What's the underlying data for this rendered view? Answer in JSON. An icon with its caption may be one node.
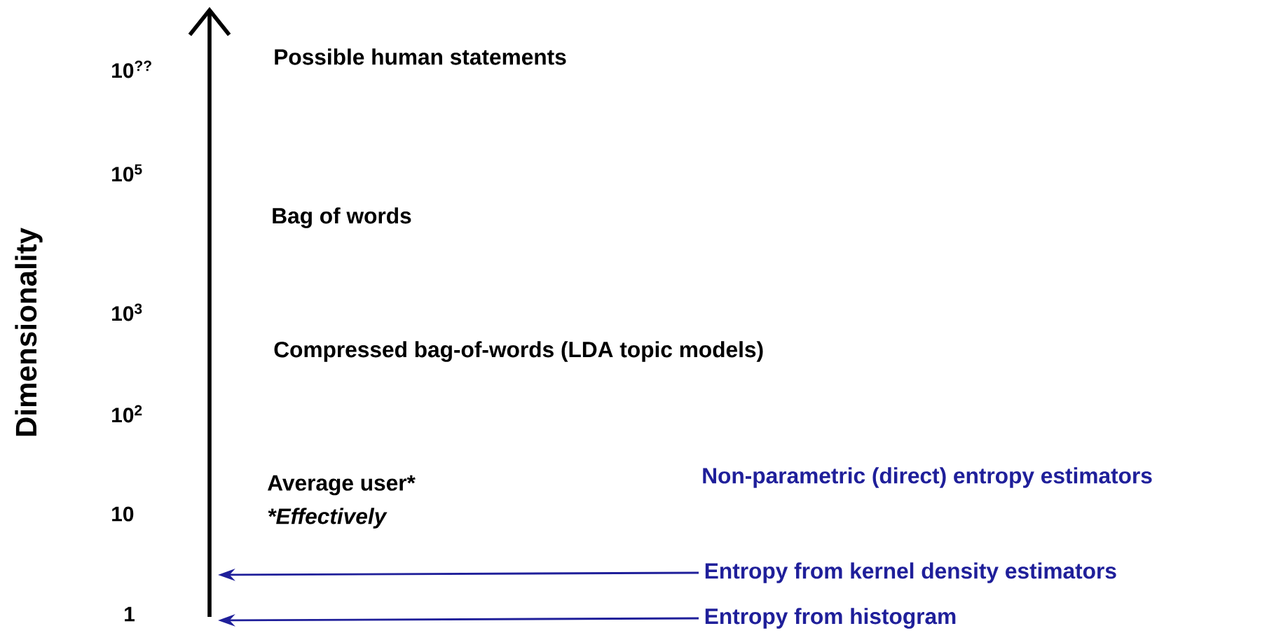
{
  "diagram": {
    "nodes": [
      {
        "text": [
          "Entropy from kernel density estimators"
        ]
      },
      {
        "text": [
          "Entropy from histogram"
        ]
      }
    ],
    "edges": [
      {
        "from": 0,
        "to": null,
        "arrow": "to"
      },
      {
        "from": 1,
        "to": null,
        "arrow": "to"
      }
    ],
    "labels": [
      "Dimensionality",
      "10$^{??}$",
      "10$^{5}$",
      "10$^{3}$",
      "10$^{2}$",
      "10",
      "1",
      "Possible human statements",
      "Bag of words",
      "Compressed bag-of-words (LDA topic models)",
      "Average user*",
      "*Effectively",
      "Non-parametric (direct) entropy estimators"
    ]
  }
}
